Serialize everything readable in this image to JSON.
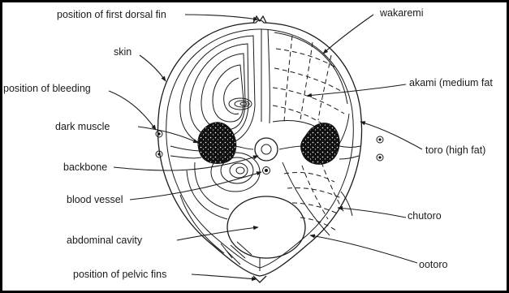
{
  "labels": {
    "first_dorsal_fin": "position of first dorsal fin",
    "skin": "skin",
    "bleeding": "position of bleeding",
    "dark_muscle": "dark muscle",
    "backbone": "backbone",
    "blood_vessel": "blood vessel",
    "abdominal_cavity": "abdominal cavity",
    "pelvic_fins": "position of pelvic fins",
    "wakaremi": "wakaremi",
    "akami": "akami (medium fat",
    "toro": "toro (high fat)",
    "chutoro": "chutoro",
    "ootoro": "ootoro"
  }
}
